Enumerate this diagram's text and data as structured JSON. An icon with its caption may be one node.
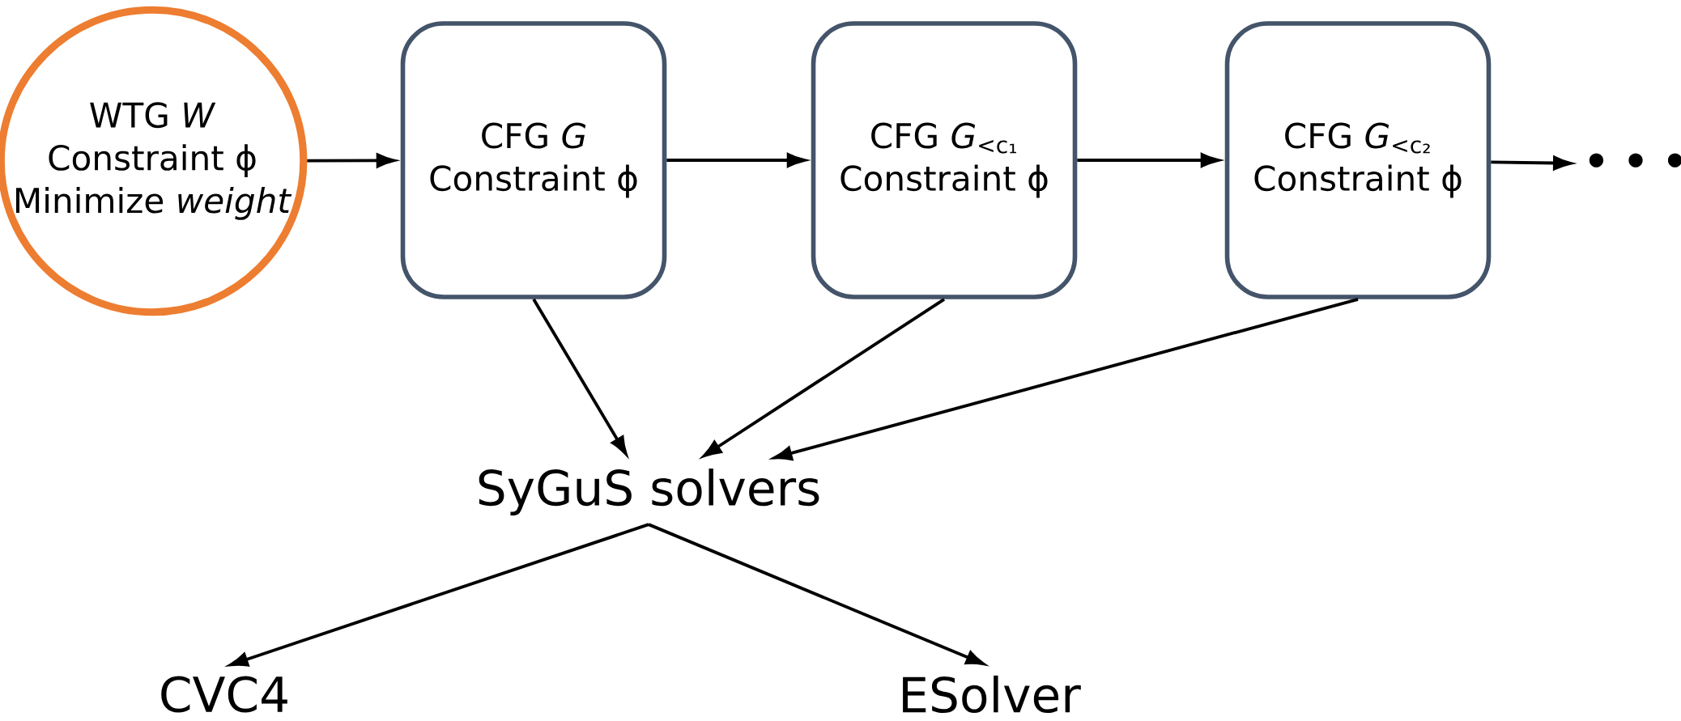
{
  "diagram": {
    "nodes": [
      {
        "text": [
          "WTG *W*",
          "Constraint ϕ",
          "Minimize *weight*"
        ]
      },
      {
        "text": [
          "CFG *G*",
          "Constraint ϕ"
        ]
      },
      {
        "text": [
          "CFG *G*$_{<c₁}$",
          "Constraint ϕ"
        ]
      },
      {
        "text": [
          "CFG *G*$_{<c₂}$",
          "Constraint ϕ"
        ]
      },
      {
        "text": [
          "• • •"
        ]
      },
      {
        "text": [
          "SyGuS solvers"
        ]
      },
      {
        "text": [
          "CVC4"
        ]
      },
      {
        "text": [
          "ESolver"
        ]
      }
    ],
    "edges": [
      {
        "from": 0,
        "to": 1,
        "arrow": "to"
      },
      {
        "from": 1,
        "to": 2,
        "arrow": "to"
      },
      {
        "from": 2,
        "to": 3,
        "arrow": "to"
      },
      {
        "from": 3,
        "to": 4,
        "arrow": "to"
      },
      {
        "from": 1,
        "to": 5,
        "arrow": "to"
      },
      {
        "from": 2,
        "to": 5,
        "arrow": "to"
      },
      {
        "from": 3,
        "to": 5,
        "arrow": "to"
      },
      {
        "from": 5,
        "to": 6,
        "arrow": "to"
      },
      {
        "from": 5,
        "to": 7,
        "arrow": "to"
      }
    ]
  }
}
